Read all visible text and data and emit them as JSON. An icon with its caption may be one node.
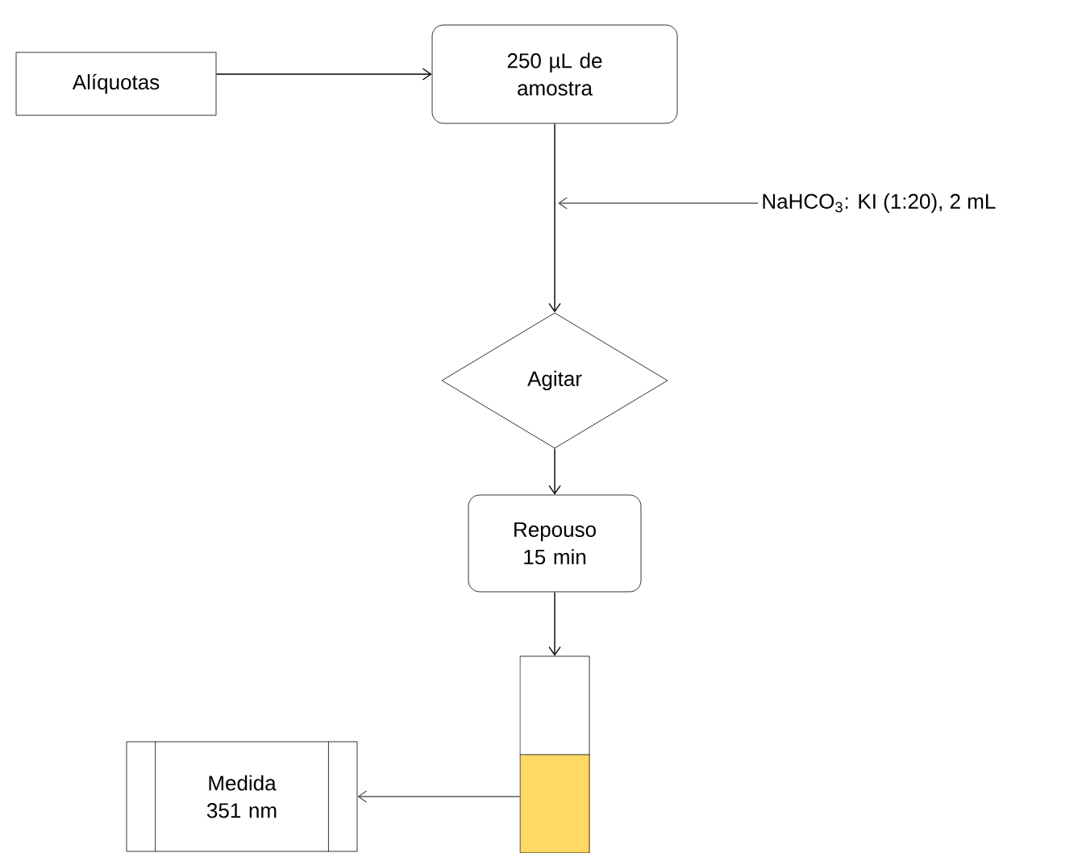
{
  "diagram": {
    "nodes": [
      {
        "text": [
          "Alíquotas"
        ]
      },
      {
        "text": [
          "250 µL de amostra"
        ]
      },
      {
        "text": [
          "NaHCO$_{3}$: KI  (1:20), 2 mL"
        ]
      },
      {
        "text": [
          "Agitar"
        ]
      },
      {
        "text": [
          "Repouso 15 min"
        ]
      },
      {
        "text": [],
        "shape": "picture"
      },
      {
        "text": [
          "Medida 351 nm"
        ]
      }
    ],
    "edges": [
      {
        "from": 0,
        "to": 1,
        "arrow": "to"
      },
      {
        "from": 1,
        "to": 3,
        "arrow": "to"
      },
      {
        "from": 2,
        "to": null,
        "arrow": "to",
        "color": "#595959"
      },
      {
        "from": 3,
        "to": 4,
        "arrow": "to"
      },
      {
        "from": 4,
        "to": 5,
        "arrow": "to"
      },
      {
        "from": 5,
        "to": 6,
        "arrow": "to",
        "color": "#595959"
      }
    ]
  }
}
